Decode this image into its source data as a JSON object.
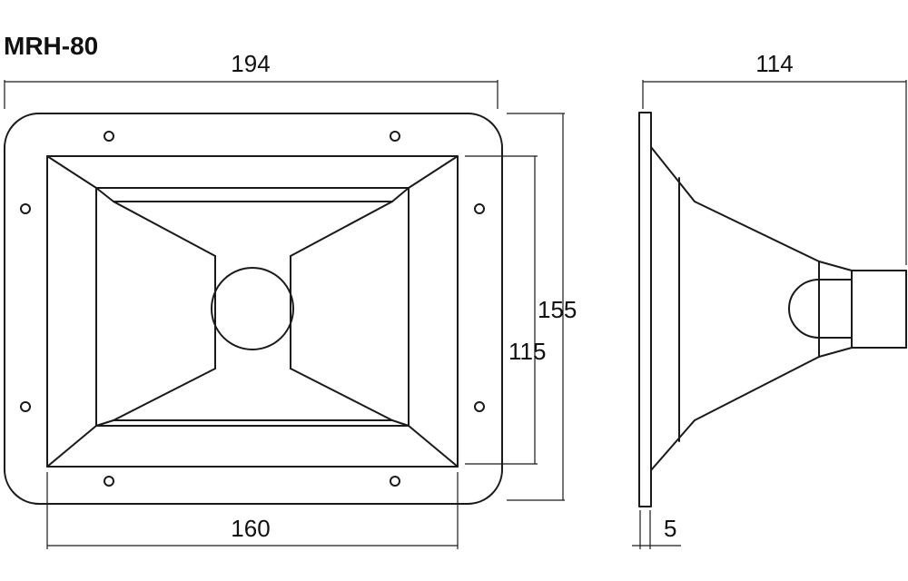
{
  "model": "MRH-80",
  "dimensions": {
    "front_width": "194",
    "front_height_outer": "155",
    "front_height_inner": "115",
    "front_width_inner": "160",
    "side_depth": "114",
    "flange_thickness": "5"
  }
}
